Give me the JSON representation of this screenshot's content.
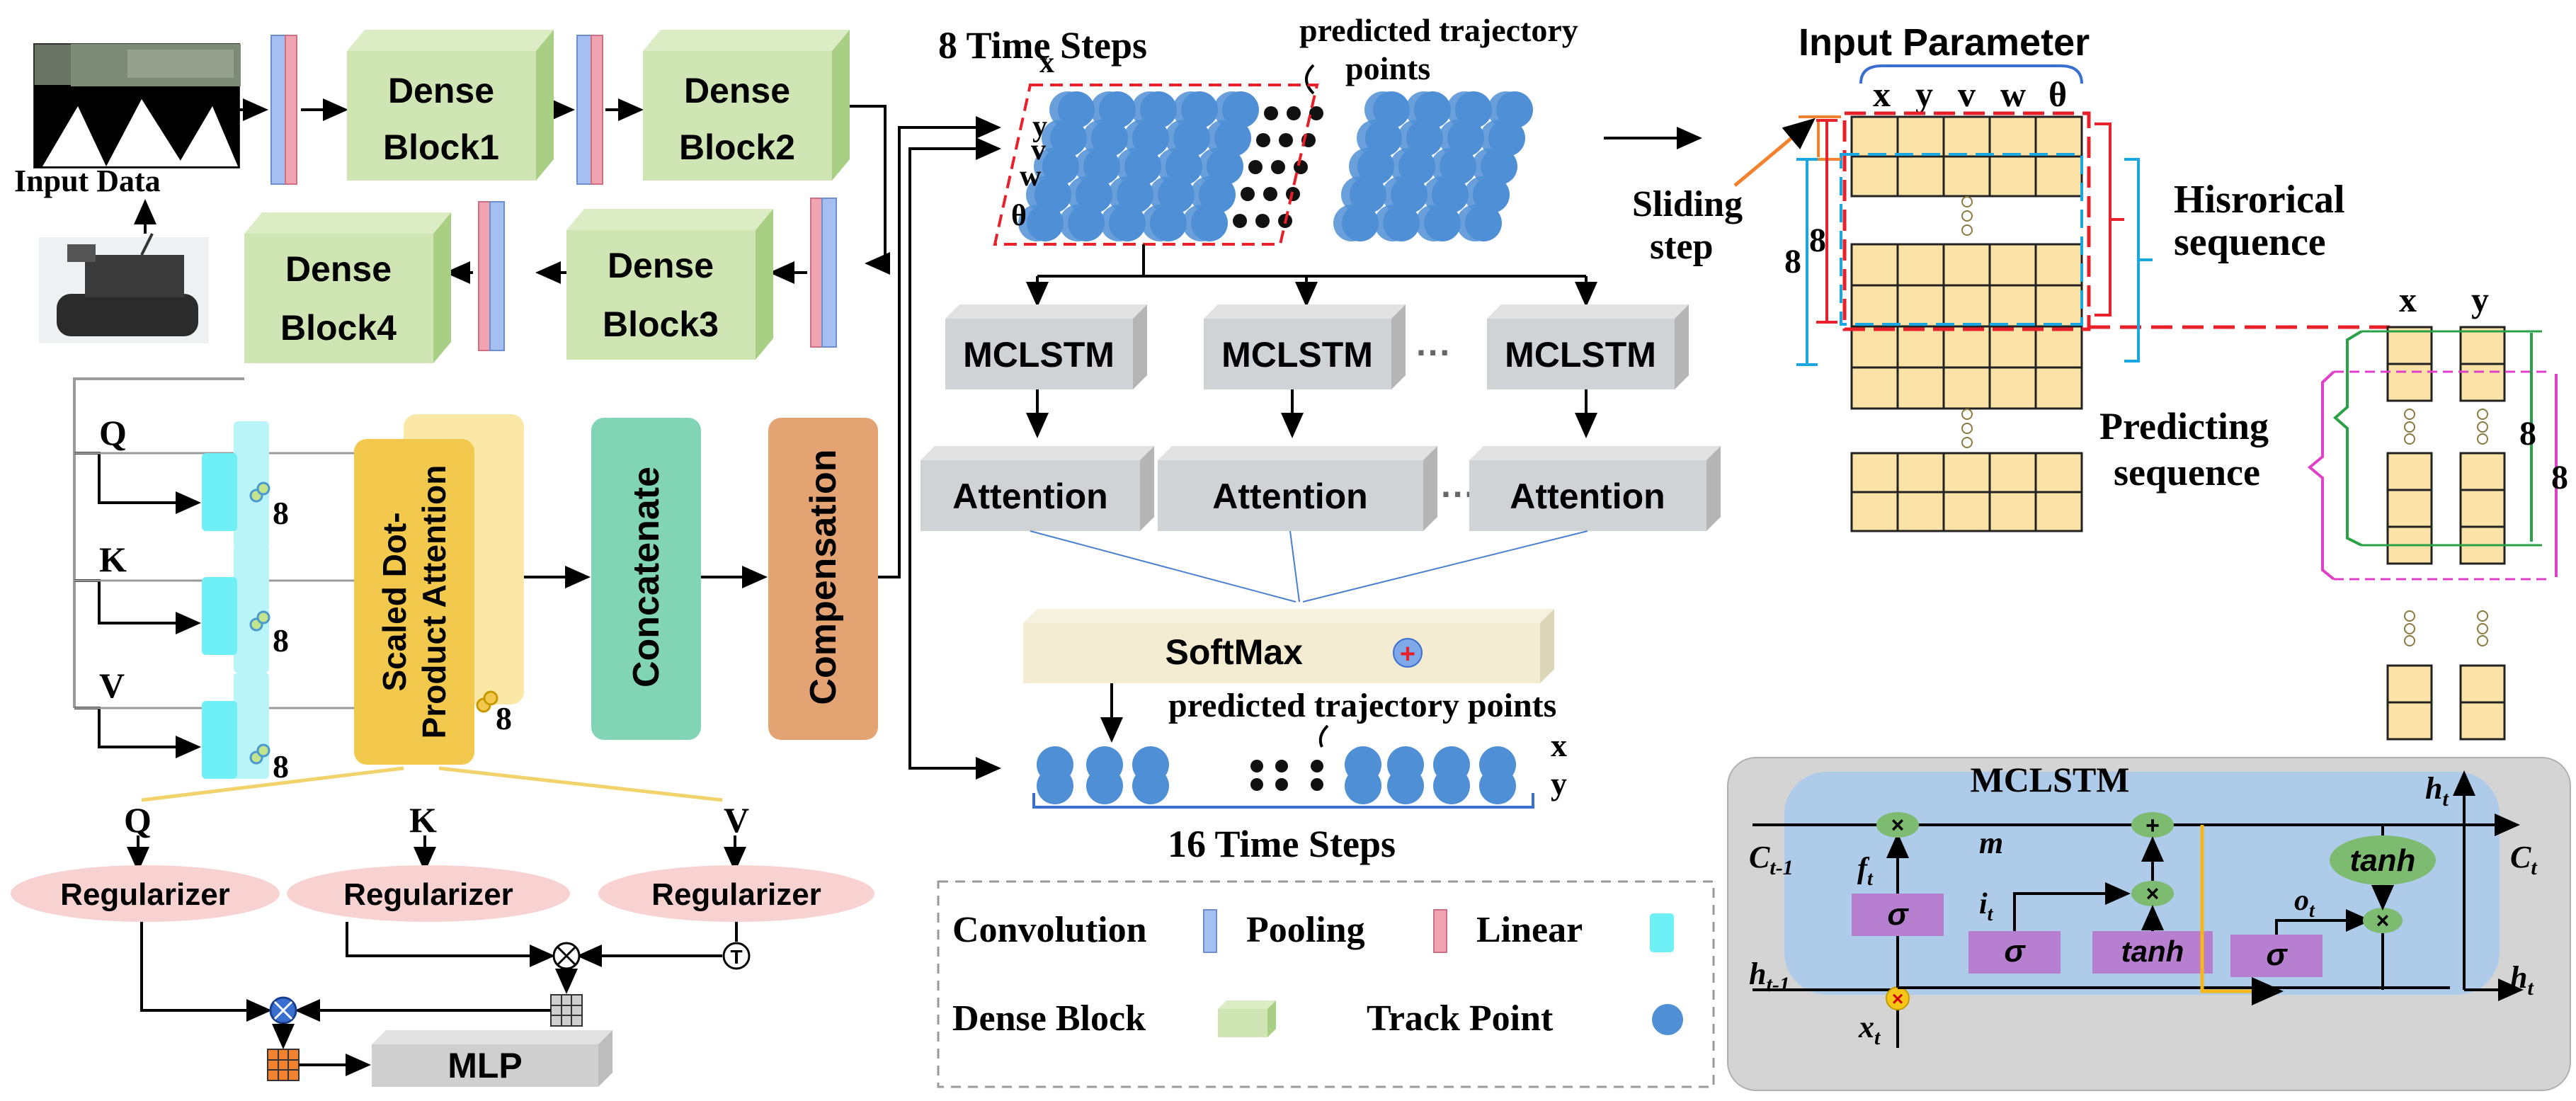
{
  "input_data": {
    "label": "Input Data"
  },
  "dense_blocks": [
    {
      "line1": "Dense",
      "line2": "Block1"
    },
    {
      "line1": "Dense",
      "line2": "Block2"
    },
    {
      "line1": "Dense",
      "line2": "Block3"
    },
    {
      "line1": "Dense",
      "line2": "Block4"
    }
  ],
  "attention_module": {
    "inputs": [
      "Q",
      "K",
      "V"
    ],
    "heads": "8",
    "scaled_line1": "Scaled Dot-",
    "scaled_line2": "Product Attention",
    "concatenate": "Concatenate",
    "compensation": "Compensation"
  },
  "regularizer": {
    "inputs": [
      "Q",
      "K",
      "V"
    ],
    "labels": [
      "Regularizer",
      "Regularizer",
      "Regularizer"
    ],
    "mlp": "MLP",
    "transpose_symbol": "T"
  },
  "middle": {
    "top_steps": "8 Time Steps",
    "predicted_top_line1": "predicted trajectory",
    "predicted_top_line2": "points",
    "params": [
      "x",
      "y",
      "v",
      "w",
      "θ"
    ],
    "mclstm": [
      "MCLSTM",
      "MCLSTM",
      "MCLSTM"
    ],
    "attention": [
      "Attention",
      "Attention",
      "Attention"
    ],
    "dots": "···",
    "softmax": "SoftMax",
    "predicted_bottom": "predicted trajectory points",
    "bottom_xy": [
      "x",
      "y"
    ],
    "bottom_steps": "16 Time Steps"
  },
  "legend": {
    "convolution": "Convolution",
    "pooling": "Pooling",
    "linear": "Linear",
    "dense_block": "Dense Block",
    "track_point": "Track Point"
  },
  "right": {
    "input_parameter": "Input Parameter",
    "params": [
      "x",
      "y",
      "v",
      "w",
      "θ"
    ],
    "sliding_line1": "Sliding",
    "sliding_line2": "step",
    "eight": "8",
    "historical_line1": "Hisrorical",
    "historical_line2": "sequence",
    "predicting_line1": "Predicting",
    "predicting_line2": "sequence",
    "pred_cols": [
      "x",
      "y"
    ]
  },
  "mclstm_cell": {
    "title": "MCLSTM",
    "c_prev": "C",
    "c_prev_sub": "t-1",
    "c_next": "C",
    "c_next_sub": "t",
    "h_prev": "h",
    "h_prev_sub": "t-1",
    "h_next": "h",
    "h_next_sub": "t",
    "h_top": "h",
    "h_top_sub": "t",
    "x_in": "x",
    "x_in_sub": "t",
    "f": "f",
    "f_sub": "t",
    "i": "i",
    "i_sub": "t",
    "o": "o",
    "o_sub": "t",
    "m": "m",
    "sigma": "σ",
    "tanh": "tanh",
    "times": "×",
    "plus": "+"
  },
  "colors": {
    "dense_face": "#cfe5b4",
    "dense_side": "#a9cf84",
    "conv": "#a4bff0",
    "pool": "#f0a4b1",
    "linear": "#6ff0f6",
    "track": "#4f8fd6",
    "scaled": "#f2c94c",
    "concat": "#82d4b6",
    "comp": "#e4a373",
    "regularizer": "#f8d2d0",
    "gray_block": "#cfd3d6",
    "mclstm_outer": "#d4d4d4",
    "mclstm_inner": "#aecbea",
    "gate": "#b77fd0",
    "node": "#7dbb71",
    "grid": "#fbe2a6",
    "red_dash": "#e8202a",
    "cyan": "#1aa6e0",
    "magenta": "#e040c8",
    "green": "#2aa047"
  }
}
